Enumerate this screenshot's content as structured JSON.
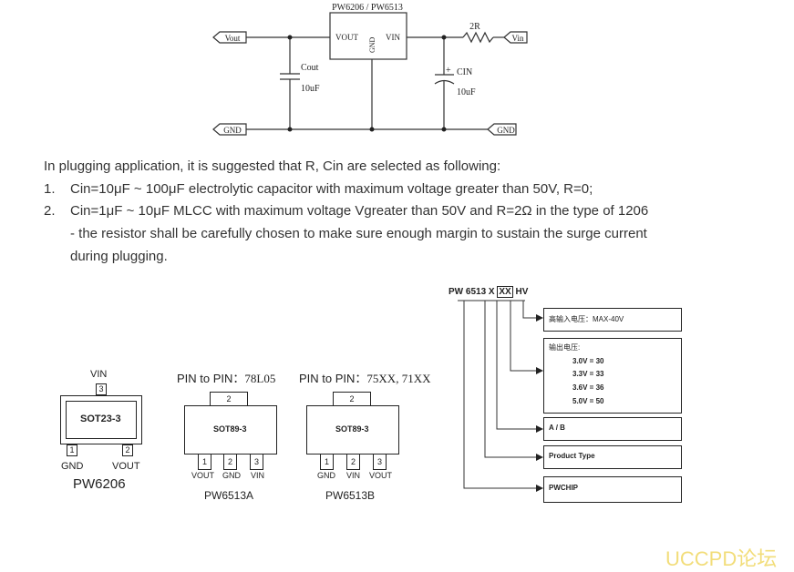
{
  "circuit": {
    "title": "PW6206 / PW6513",
    "vout_tag": "Vout",
    "vin_tag": "Vin",
    "gnd_left": "GND",
    "gnd_right": "GND",
    "ic_vout": "VOUT",
    "ic_vin": "VIN",
    "ic_gnd": "GND",
    "cout_label": "Cout",
    "cout_value": "10uF",
    "cin_label": "CIN",
    "cin_value": "10uF",
    "cin_plus": "+",
    "r_label": "2R"
  },
  "notes": {
    "intro": "In plugging application, it is suggested that R, Cin are selected as following:",
    "items": [
      {
        "num": "1.",
        "text": "Cin=10μF ~ 100μF electrolytic capacitor with maximum voltage greater than 50V, R=0;"
      },
      {
        "num": "2.",
        "text": "Cin=1μF ~ 10μF MLCC with maximum voltage Vgreater than 50V and R=2Ω in the type of 1206"
      }
    ],
    "cont1": "- the resistor shall be carefully chosen to make sure enough margin to sustain the surge current",
    "cont2": "during plugging."
  },
  "packages": {
    "sot23": {
      "body": "SOT23-3",
      "pin3_num": "3",
      "pin3_name": "VIN",
      "pin1_num": "1",
      "pin1_name": "GND",
      "pin2_num": "2",
      "pin2_name": "VOUT",
      "part": "PW6206"
    },
    "sot89a": {
      "caption_prefix": "PIN to PIN：",
      "caption_part": "78L05",
      "body": "SOT89-3",
      "tab": "2",
      "pins": [
        "1",
        "2",
        "3"
      ],
      "pin_names": [
        "VOUT",
        "GND",
        "VIN"
      ],
      "part": "PW6513A"
    },
    "sot89b": {
      "caption_prefix": "PIN to PIN：",
      "caption_part": "75XX, 71XX",
      "body": "SOT89-3",
      "tab": "2",
      "pins": [
        "1",
        "2",
        "3"
      ],
      "pin_names": [
        "GND",
        "VIN",
        "VOUT"
      ],
      "part": "PW6513B"
    }
  },
  "ordering": {
    "code_a": "PW 6513 X",
    "code_b": "XX",
    "code_c": "HV",
    "hv": "高输入电压：MAX-40V",
    "vout_title": "输出电压:",
    "vout_opts": [
      "3.0V = 30",
      "3.3V = 33",
      "3.6V = 36",
      "5.0V = 50"
    ],
    "ab": "A / B",
    "product_type": "Product Type",
    "pwchip": "PWCHIP"
  },
  "watermark": "UCCPD论坛",
  "colors": {
    "watermark": "#f2dd7a",
    "line": "#222222",
    "text": "#333333"
  }
}
